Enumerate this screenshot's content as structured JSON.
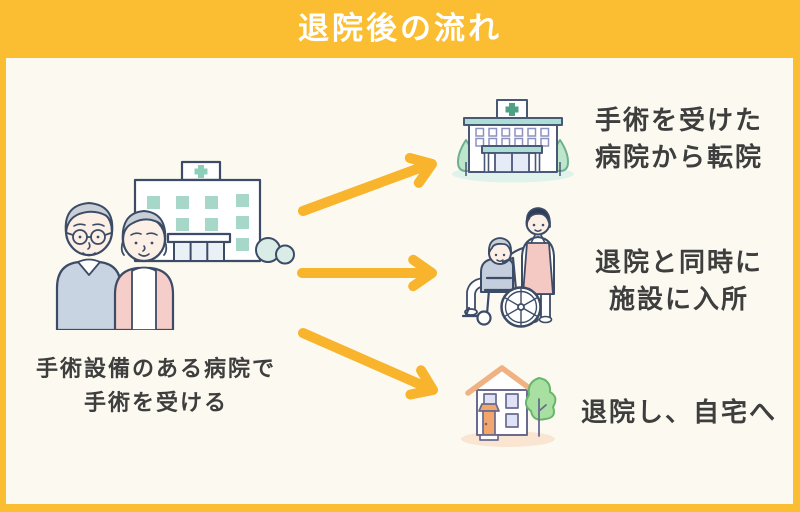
{
  "header": {
    "title": "退院後の流れ"
  },
  "colors": {
    "frame_yellow": "#FBBE33",
    "background_cream": "#FCFAF0",
    "title_text": "#FFFFFF",
    "body_text": "#3E3E3E",
    "arrow_yellow": "#F7B42C",
    "outline_navy": "#3D4C66",
    "teal_window": "#A7D7C9",
    "mint_roof": "#ABDFD3",
    "pink_clothes": "#F5CDC9",
    "blue_sweater": "#C9D4E3",
    "peach_roof": "#F0B183",
    "orange_door": "#F2A66B",
    "green_tree": "#A8E0A2"
  },
  "source": {
    "illustration": "elderly-couple-and-surgery-hospital",
    "caption_line1": "手術設備のある病院で",
    "caption_line2": "手術を受ける"
  },
  "arrows": [
    {
      "name": "arrow-to-transfer-hospital",
      "direction": "up-right"
    },
    {
      "name": "arrow-to-care-facility",
      "direction": "right"
    },
    {
      "name": "arrow-to-home",
      "direction": "down-right"
    }
  ],
  "options": [
    {
      "icon": "hospital-icon",
      "line1": "手術を受けた",
      "line2": "病院から転院"
    },
    {
      "icon": "wheelchair-caregiver-icon",
      "line1": "退院と同時に",
      "line2": "施設に入所"
    },
    {
      "icon": "house-icon",
      "line1": "退院し、自宅へ",
      "line2": ""
    }
  ]
}
